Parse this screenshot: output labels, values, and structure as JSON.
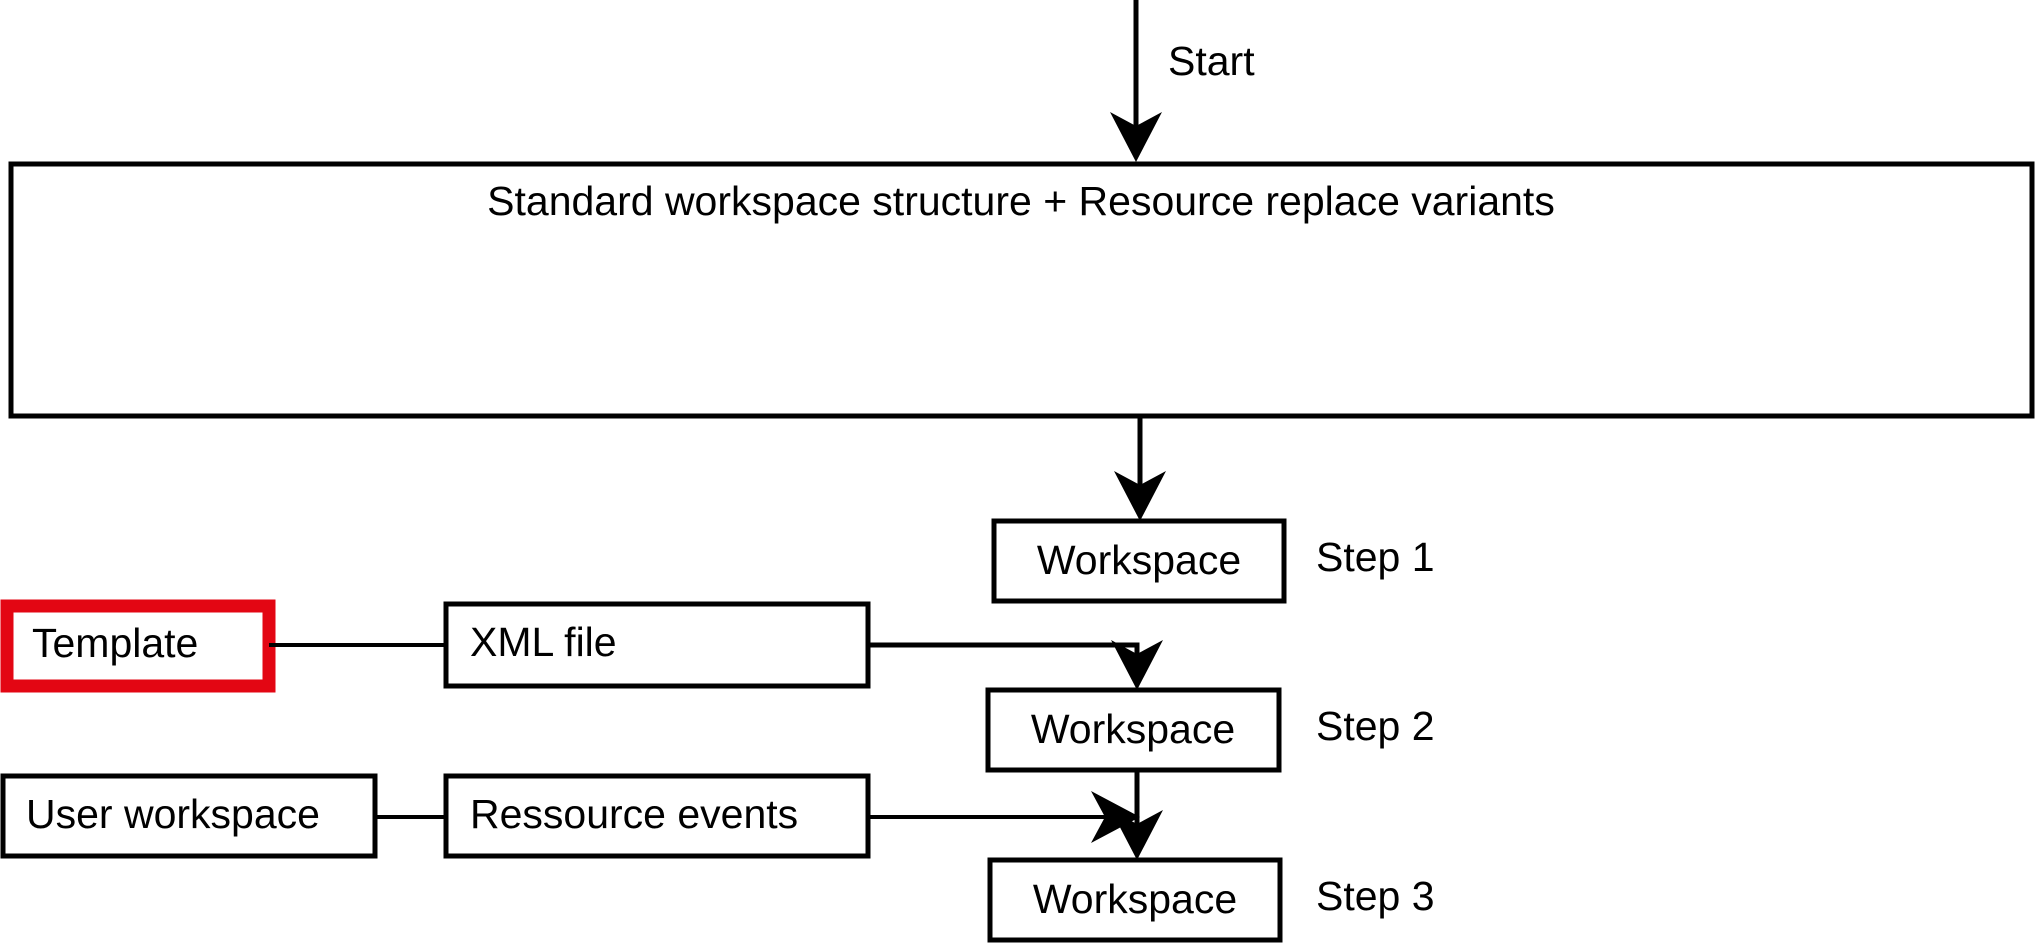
{
  "diagram": {
    "title_text": "Standard workspace structure + Resource replace variants",
    "start_label": "Start",
    "nodes": {
      "main_box": {
        "label": "Standard workspace structure + Resource replace variants"
      },
      "workspace_1": {
        "label": "Workspace",
        "step": "Step 1"
      },
      "workspace_2": {
        "label": "Workspace",
        "step": "Step 2"
      },
      "workspace_3": {
        "label": "Workspace",
        "step": "Step 3"
      },
      "template": {
        "label": "Template",
        "highlight_color": "#E30613"
      },
      "xml_file": {
        "label": "XML file"
      },
      "user_workspace": {
        "label": "User workspace"
      },
      "ressource_events": {
        "label": "Ressource events"
      }
    },
    "colors": {
      "stroke": "#000000",
      "fill": "#ffffff",
      "highlight": "#E30613"
    }
  }
}
